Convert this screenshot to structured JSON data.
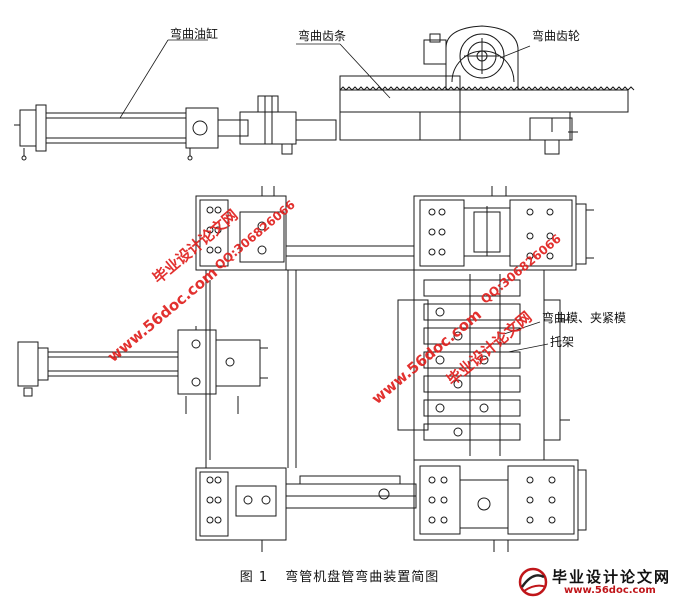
{
  "labels": {
    "cylinder": "弯曲油缸",
    "rack": "弯曲齿条",
    "gear": "弯曲齿轮",
    "bend_clamp_die": "弯曲模、夹紧模",
    "support": "托架"
  },
  "caption": {
    "number": "图 1",
    "text": "弯管机盘管弯曲装置简图"
  },
  "watermarks": {
    "url": "www.56doc.com",
    "qq": "QQ:306826066",
    "site_name": "毕业设计论文网"
  },
  "brand": {
    "title": "毕业设计论文网",
    "url": "www.56doc.com"
  },
  "colors": {
    "line": "#1a1a1a",
    "watermark": "#e0201e",
    "background": "#ffffff"
  }
}
